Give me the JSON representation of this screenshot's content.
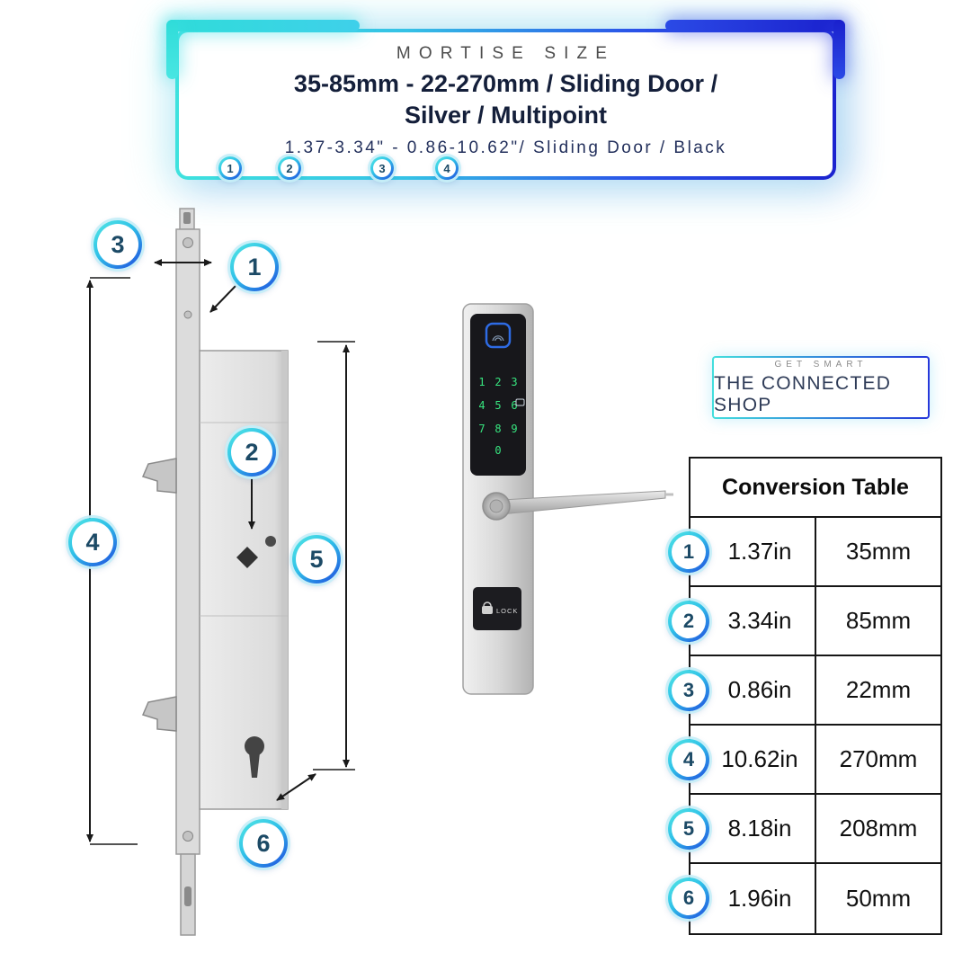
{
  "header": {
    "eyebrow": "MORTISE SIZE",
    "title_line1": "35-85mm - 22-270mm / Sliding Door /",
    "title_line2": "Silver / Multipoint",
    "subtitle": "1.37-3.34\" - 0.86-10.62\"/ Sliding Door / Black",
    "badges": [
      "1",
      "2",
      "3",
      "4"
    ]
  },
  "diagram": {
    "callouts": [
      "1",
      "2",
      "3",
      "4",
      "5",
      "6"
    ]
  },
  "product": {
    "keypad": [
      "1",
      "2",
      "3",
      "4",
      "5",
      "6",
      "7",
      "8",
      "9",
      "0"
    ],
    "label": "LOCK"
  },
  "brand": {
    "tagline": "GET SMART",
    "name": "THE CONNECTED SHOP"
  },
  "conversion_table": {
    "title": "Conversion Table",
    "rows": [
      {
        "num": "1",
        "inches": "1.37in",
        "millimeters": "35mm"
      },
      {
        "num": "2",
        "inches": "3.34in",
        "millimeters": "85mm"
      },
      {
        "num": "3",
        "inches": "0.86in",
        "millimeters": "22mm"
      },
      {
        "num": "4",
        "inches": "10.62in",
        "millimeters": "270mm"
      },
      {
        "num": "5",
        "inches": "8.18in",
        "millimeters": "208mm"
      },
      {
        "num": "6",
        "inches": "1.96in",
        "millimeters": "50mm"
      }
    ]
  },
  "colors": {
    "accent_cyan": "#3ee2de",
    "accent_blue": "#1b23cf",
    "navy_text": "#141f3a",
    "keypad_green": "#37e57f"
  }
}
